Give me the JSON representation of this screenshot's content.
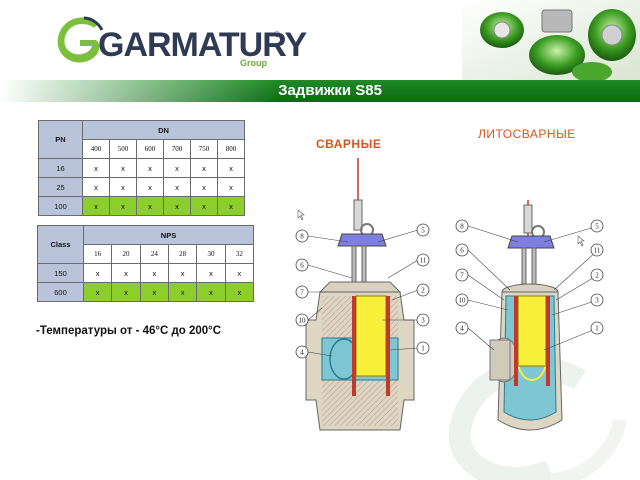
{
  "header": {
    "logo_text": "GARMATURY",
    "logo_reg": "®",
    "logo_group": "Group",
    "page_title": "Задвижки S85"
  },
  "colors": {
    "title_bar": "#0c6a14",
    "table_header": "#b9c4da",
    "highlight_row": "#8ccf2c",
    "section_titles": "#d9541a"
  },
  "table_dn": {
    "row_header": "PN",
    "group_header": "DN",
    "columns": [
      "400",
      "500",
      "600",
      "700",
      "750",
      "800"
    ],
    "rows": [
      {
        "label": "16",
        "cells": [
          "x",
          "x",
          "x",
          "x",
          "x",
          "x"
        ]
      },
      {
        "label": "25",
        "cells": [
          "x",
          "x",
          "x",
          "x",
          "x",
          "x"
        ]
      },
      {
        "label": "100",
        "cells": [
          "x",
          "x",
          "x",
          "x",
          "x",
          "x"
        ]
      }
    ]
  },
  "table_nps": {
    "row_header": "Class",
    "group_header": "NPS",
    "columns": [
      "16",
      "20",
      "24",
      "28",
      "30",
      "32"
    ],
    "rows": [
      {
        "label": "150",
        "cells": [
          "x",
          "x",
          "x",
          "x",
          "x",
          "x"
        ]
      },
      {
        "label": "600",
        "cells": [
          "x",
          "x",
          "x",
          "x",
          "x",
          "x"
        ]
      }
    ]
  },
  "temperature_note": "-Температуры от - 46°С до 200°С",
  "sections": {
    "welded": "СВАРНЫЕ",
    "cast_welded": "ЛИТОСВАРНЫЕ"
  },
  "callouts_left": {
    "c8": "8",
    "c6": "6",
    "c7": "7",
    "c10": "10",
    "c4": "4",
    "c5": "5",
    "c11": "11",
    "c2": "2",
    "c3": "3",
    "c1": "1"
  },
  "callouts_right": {
    "c8": "8",
    "c6": "6",
    "c7": "7",
    "c10": "10",
    "c4": "4",
    "c5": "5",
    "c11": "11",
    "c2": "2",
    "c3": "3",
    "c1": "1"
  }
}
